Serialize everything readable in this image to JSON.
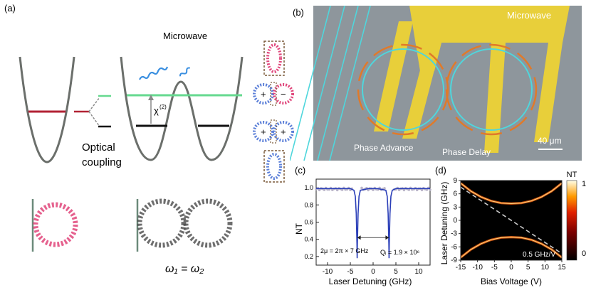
{
  "figure": {
    "panel_labels": {
      "a": "(a)",
      "b": "(b)",
      "c": "(c)",
      "d": "(d)"
    }
  },
  "panel_a": {
    "microwave_label": "Microwave",
    "chi_label": "χ",
    "chi_superscript": "(2)",
    "optical_coupling_line1": "Optical",
    "optical_coupling_line2": "coupling",
    "frequency_equality": "ω₁ = ω₂",
    "mode_plus_1": "+",
    "mode_minus": "−",
    "mode_plus_2a": "+",
    "mode_plus_2b": "+",
    "colors": {
      "red_level": "#b22234",
      "green_level": "#66d98f",
      "black_level": "#111111",
      "potential": "#6b6f6b",
      "microwave_wave": "#3a8fe0",
      "magenta_ring": "#e0457a",
      "grey_ring": "#4a4a4a"
    }
  },
  "panel_b": {
    "microwave_label": "Microwave",
    "phase_advance_label": "Phase Advance",
    "phase_delay_label": "Phase Delay",
    "scale_bar_label": "40 μm",
    "colors": {
      "background": "#8e969c",
      "electrode": "#e8cf3a",
      "waveguide": "#4fd6dc",
      "etch": "#e07a2a"
    }
  },
  "panel_c": {
    "ylabel": "NT",
    "xlabel": "Laser Detuning (GHz)",
    "splitting_annotation": "2μ = 2π × 7 GHz",
    "q_annotation": "Qᵢ = 1.9 × 10⁶",
    "chart_data": {
      "type": "line",
      "series": [
        {
          "name": "",
          "x": [
            -12.5,
            -5,
            -4.2,
            -3.9,
            -3.7,
            -3.55,
            -3.5,
            -3.45,
            -3.3,
            -3.1,
            -2.8,
            -1,
            0,
            1,
            2.8,
            3.1,
            3.3,
            3.45,
            3.5,
            3.55,
            3.7,
            3.9,
            4.2,
            5,
            12.5
          ],
          "values": [
            0.99,
            0.99,
            0.97,
            0.9,
            0.7,
            0.35,
            0.18,
            0.35,
            0.7,
            0.9,
            0.97,
            0.99,
            0.99,
            0.99,
            0.97,
            0.9,
            0.7,
            0.35,
            0.18,
            0.35,
            0.7,
            0.9,
            0.97,
            0.99,
            0.99
          ]
        }
      ],
      "xlim": [
        -12.5,
        12.5
      ],
      "ylim": [
        0.1,
        1.1
      ],
      "xticks": [
        -10,
        -5,
        0,
        5,
        10
      ],
      "yticks": [
        0.2,
        0.4,
        0.6,
        0.8,
        1.0
      ],
      "ytick_labels": [
        "0.2",
        "0.4",
        "0.6",
        "0.8",
        "1.0"
      ],
      "grid": false,
      "line_color": "#2b3fb8",
      "marker_color": "#b9b4c9"
    }
  },
  "panel_d": {
    "ylabel": "Laser Detuning (GHz)",
    "xlabel": "Bias Voltage (V)",
    "slope_annotation": "0.5 GHz/V",
    "colorbar_title": "NT",
    "colorbar_max": "1",
    "colorbar_min": "0",
    "chart_data": {
      "type": "heatmap",
      "xlim": [
        -15,
        15
      ],
      "ylim": [
        -9,
        9
      ],
      "xticks": [
        -15,
        -10,
        -5,
        0,
        5,
        10,
        15
      ],
      "yticks": [
        -9,
        -6,
        -3,
        0,
        3,
        6,
        9
      ],
      "upper_branch": {
        "x": [
          -15,
          -12,
          -9,
          -6,
          -3,
          0,
          3,
          6,
          9,
          12,
          15
        ],
        "y": [
          8.4,
          6.6,
          5.3,
          4.4,
          3.9,
          3.8,
          3.9,
          4.4,
          5.3,
          6.6,
          8.4
        ]
      },
      "lower_branch": {
        "x": [
          -15,
          -12,
          -9,
          -6,
          -3,
          0,
          3,
          6,
          9,
          12,
          15
        ],
        "y": [
          -8.4,
          -6.6,
          -5.3,
          -4.4,
          -3.9,
          -3.8,
          -3.9,
          -4.4,
          -5.3,
          -6.6,
          -8.4
        ]
      },
      "uncoupled_line": {
        "x": [
          -15,
          15
        ],
        "y": [
          7.5,
          -7.5
        ]
      },
      "colorbar_range": [
        0,
        1
      ]
    }
  }
}
